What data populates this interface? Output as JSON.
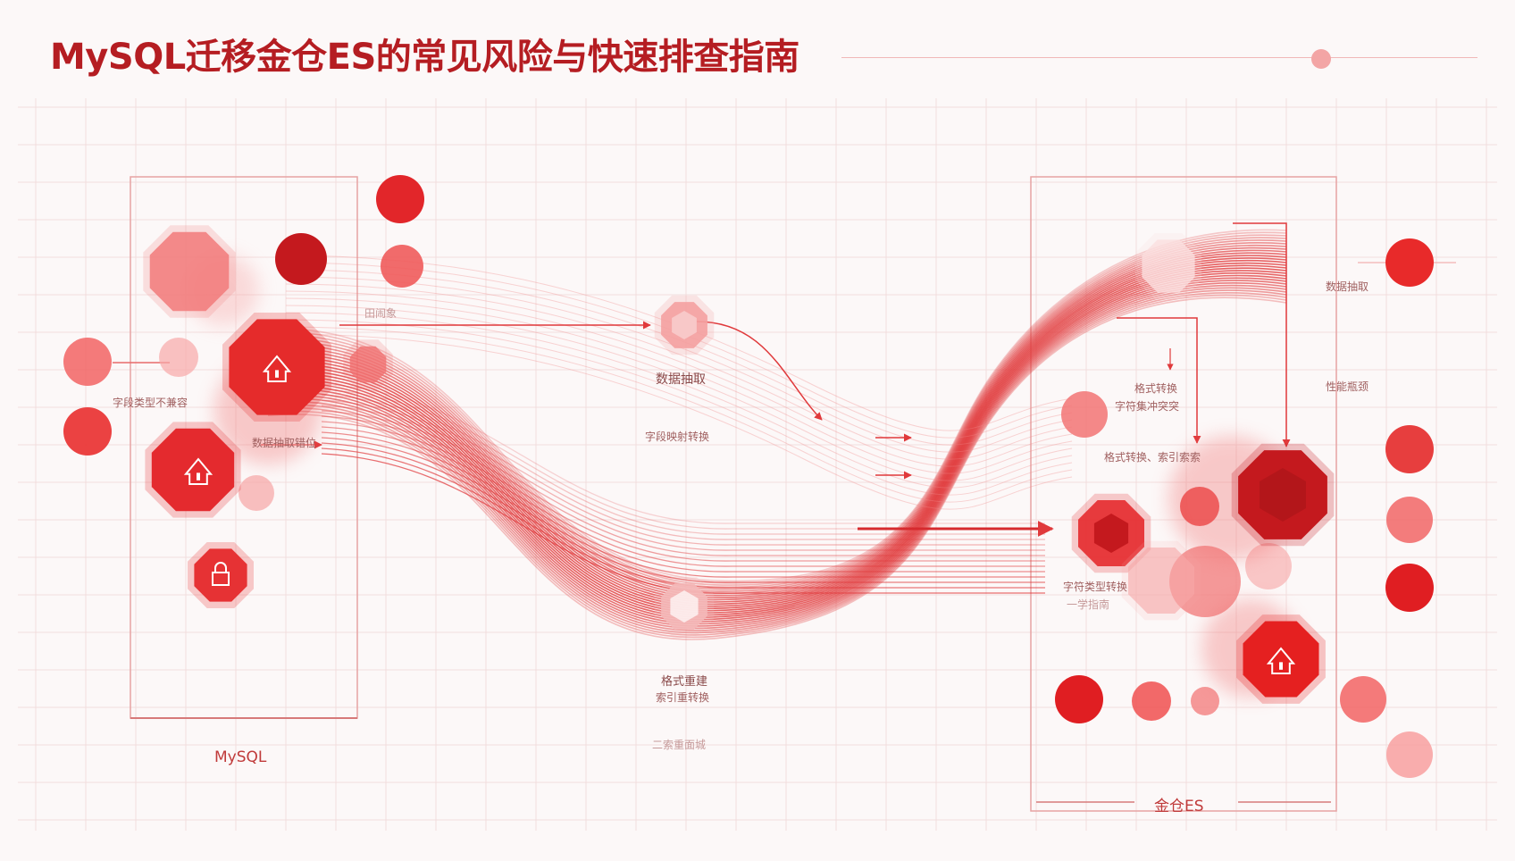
{
  "title": "MySQL迁移金仓ES的常见风险与快速排查指南",
  "colors": {
    "title": "#b51d22",
    "accent": "#e52b2b",
    "dark_accent": "#c4191e",
    "flow_line": "#e0393b",
    "grid": "#f2dede",
    "background": "#fcf8f8"
  },
  "source": {
    "db_label": "MySQL",
    "labels": {
      "top_faint": "田闹象",
      "field_type": "字段类型不兼容",
      "data_inconsistency": "数据抽取错位"
    }
  },
  "flow": {
    "labels": {
      "extract": "数据抽取",
      "field_map": "字段映射转换",
      "rebuild": "格式重建",
      "index_convert": "索引重转换",
      "bottom": "二索重面城"
    }
  },
  "target": {
    "db_label": "金仓ES",
    "labels": {
      "right_extract": "数据抽取",
      "perf": "性能瓶颈",
      "format_convert": "格式转换",
      "charset_conflict": "字符集冲突突",
      "format_index": "格式转换、索引索索",
      "field_type": "字符类型转换",
      "faint_bottom": "一学指南"
    }
  },
  "icons": [
    "home-alert-icon",
    "home-warning-icon",
    "lock-icon",
    "home-alert-icon"
  ]
}
